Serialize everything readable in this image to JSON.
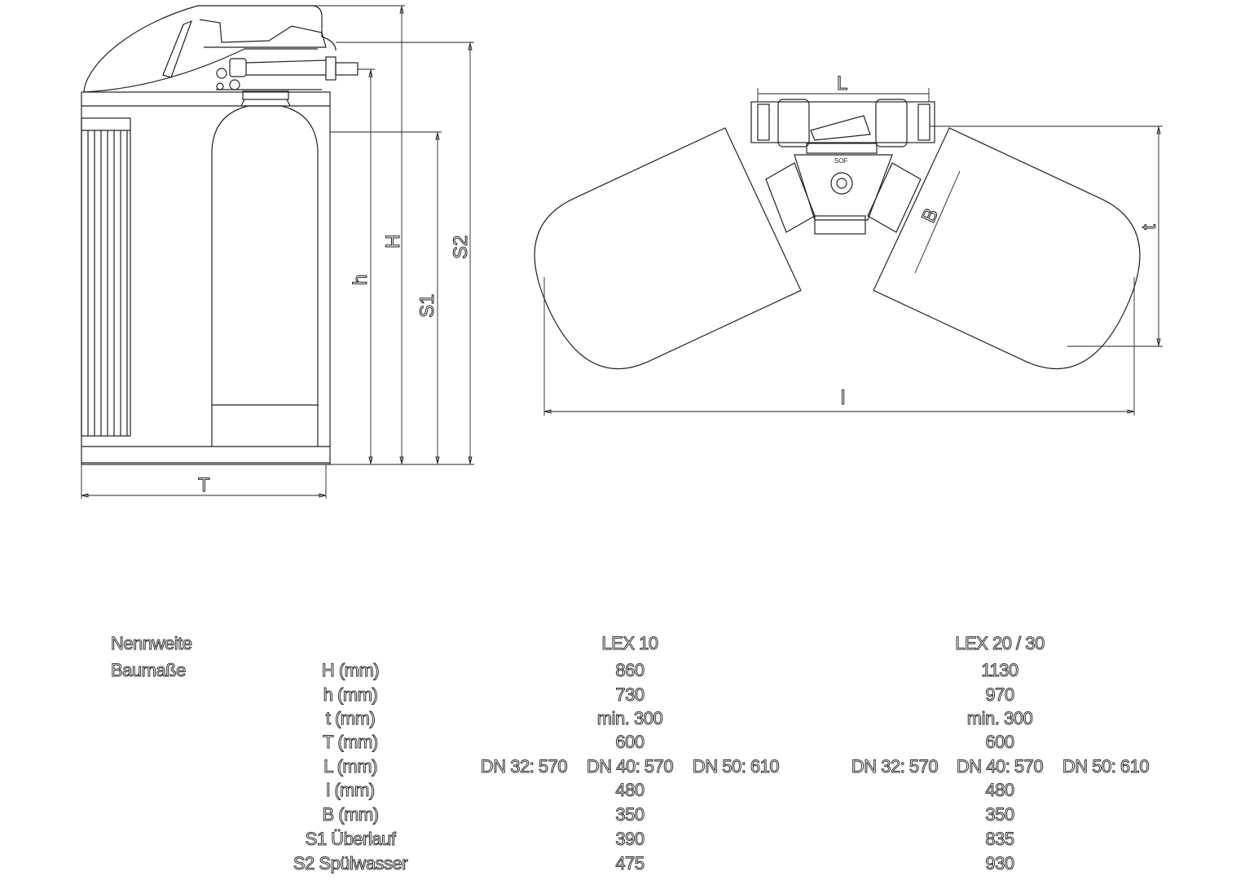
{
  "drawing": {
    "dimensions_side": {
      "T": "T",
      "h": "h",
      "H": "H",
      "S1": "S1",
      "S2": "S2"
    },
    "dimensions_top": {
      "L": "L",
      "B": "B",
      "t": "t",
      "l": "l"
    },
    "valve_mark": "SOF"
  },
  "table": {
    "row_header_1": "Nennweite",
    "row_header_2": "Baumaße",
    "models": [
      "LEX 10",
      "LEX 20 / 30"
    ],
    "rows": [
      {
        "label": "H (mm)",
        "lex10": "860",
        "lex2030": "1130"
      },
      {
        "label": "h (mm)",
        "lex10": "730",
        "lex2030": "970"
      },
      {
        "label": "t (mm)",
        "lex10": "min. 300",
        "lex2030": "min. 300"
      },
      {
        "label": "T (mm)",
        "lex10": "600",
        "lex2030": "600"
      },
      {
        "label": "L (mm)",
        "lex10": [
          "DN 32: 570",
          "DN 40: 570",
          "DN 50: 610"
        ],
        "lex2030": [
          "DN 32: 570",
          "DN 40: 570",
          "DN 50: 610"
        ]
      },
      {
        "label": "l (mm)",
        "lex10": "480",
        "lex2030": "480"
      },
      {
        "label": "B (mm)",
        "lex10": "350",
        "lex2030": "350"
      },
      {
        "label": "S1 Überlauf",
        "lex10": "390",
        "lex2030": "835"
      },
      {
        "label": "S2 Spülwasser",
        "lex10": "475",
        "lex2030": "930"
      }
    ]
  }
}
